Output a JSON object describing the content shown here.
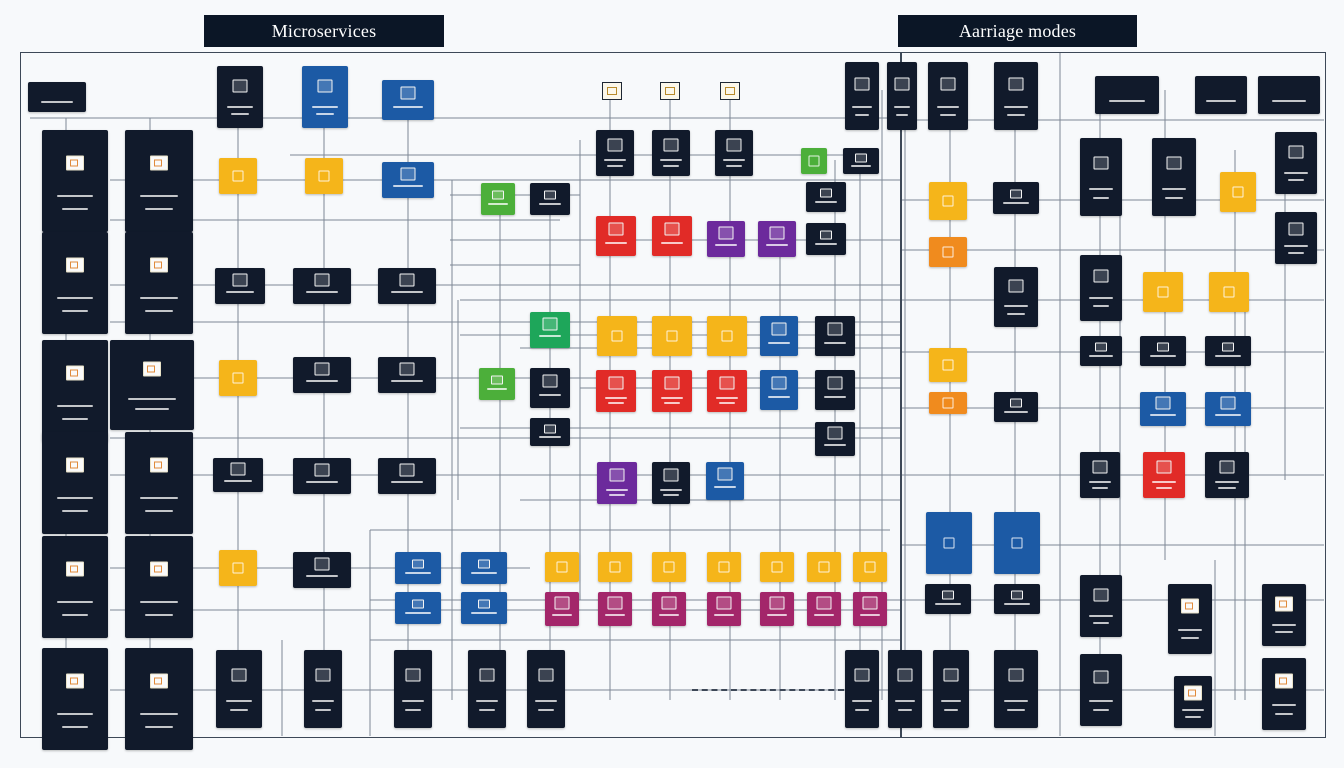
{
  "titles": {
    "left": "Microservices",
    "right": "Aarriage modes"
  },
  "colors": {
    "navy": "#111a2b",
    "blue": "#1c5aa5",
    "yellow": "#f5b51a",
    "red": "#e12b27",
    "purple": "#6c2a9c",
    "green": "#4caf3a",
    "green_teal": "#1ea65a",
    "orange": "#f08b1e",
    "magenta": "#a3266a",
    "wire": "#7d8896"
  },
  "diagram": {
    "node_count": 146,
    "edge_style": "orthogonal",
    "icon_style": "server-icon"
  }
}
